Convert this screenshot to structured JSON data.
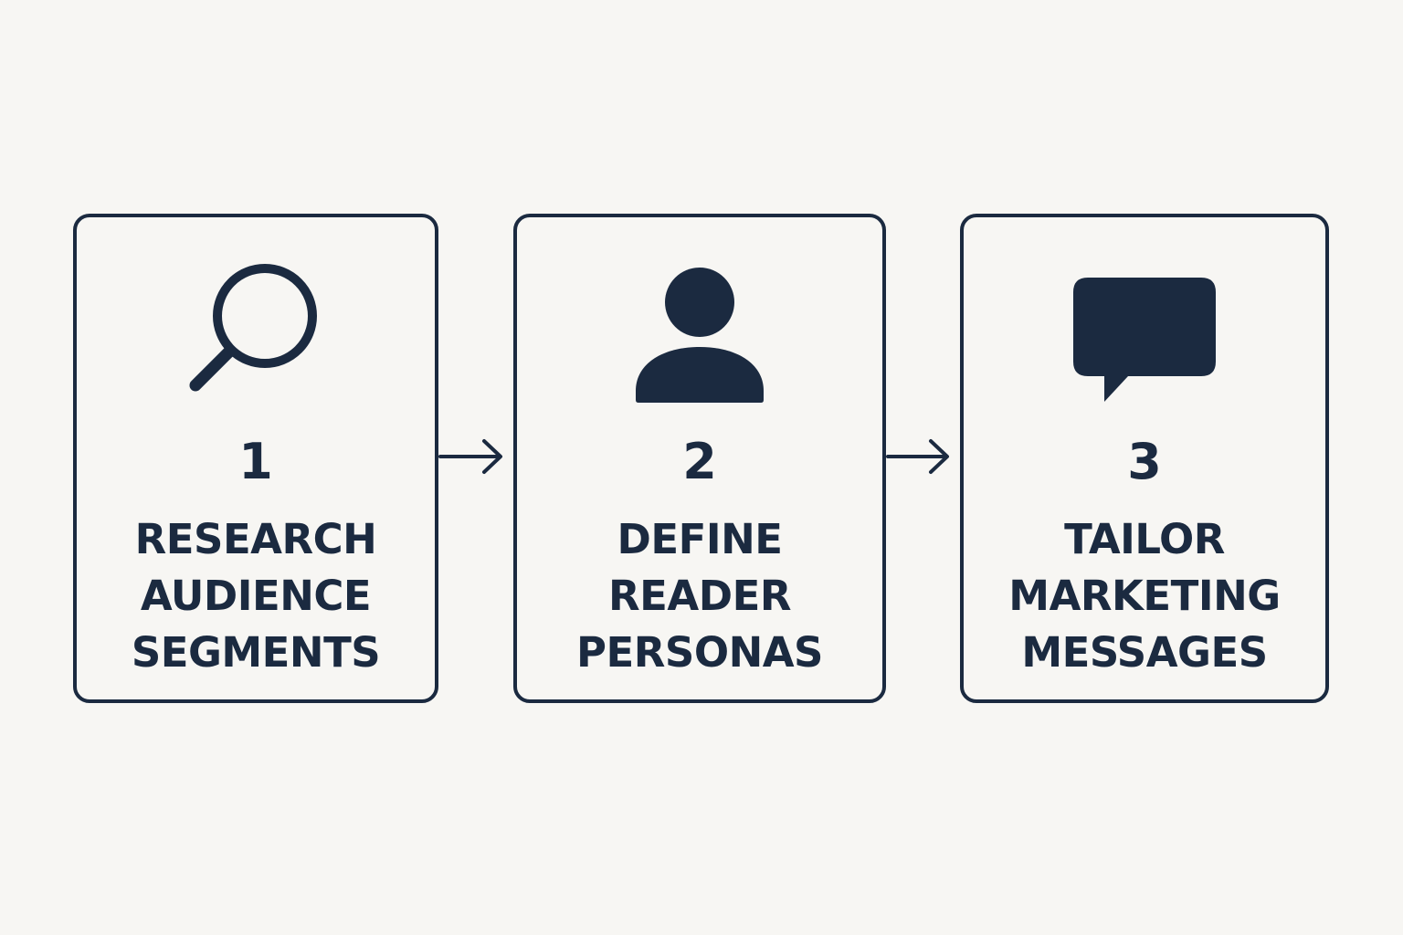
{
  "colors": {
    "background": "#f7f6f3",
    "ink": "#1b2a40"
  },
  "steps": [
    {
      "number": "1",
      "icon": "search-icon",
      "lines": [
        "RESEARCH",
        "AUDIENCE",
        "SEGMENTS"
      ]
    },
    {
      "number": "2",
      "icon": "person-icon",
      "lines": [
        "DEFINE",
        "READER",
        "PERSONAS"
      ]
    },
    {
      "number": "3",
      "icon": "speech-bubble-icon",
      "lines": [
        "TAILOR",
        "MARKETING",
        "MESSAGES"
      ]
    }
  ],
  "connectors": [
    {
      "from": "1",
      "to": "2"
    },
    {
      "from": "2",
      "to": "3"
    }
  ]
}
